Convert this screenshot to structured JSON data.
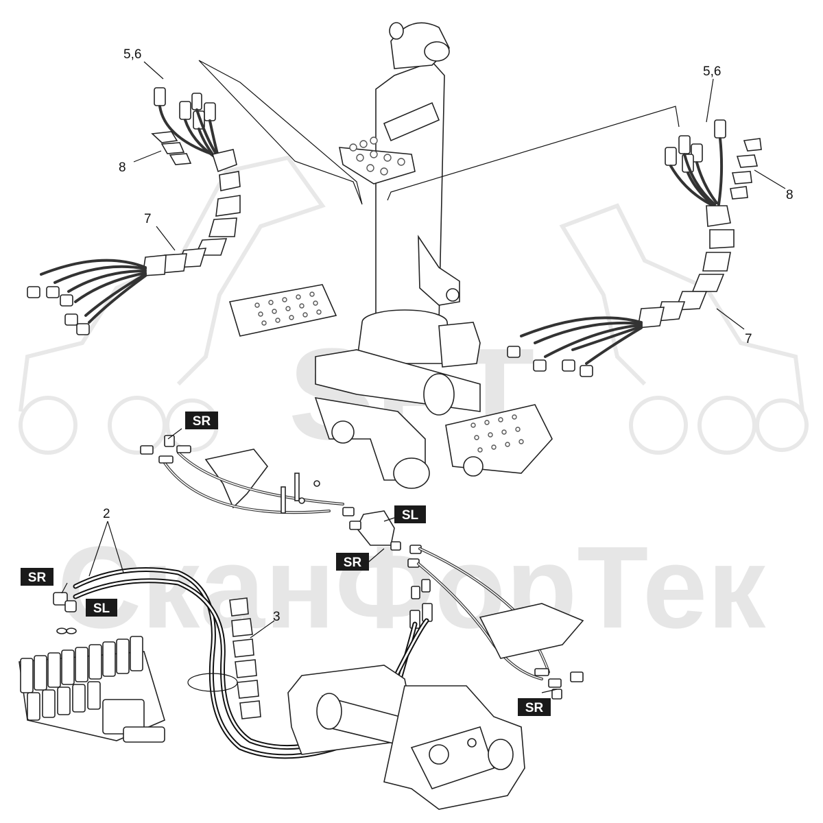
{
  "watermark": {
    "logo_text": "SFT",
    "company_text": "СканФорТек"
  },
  "callouts": [
    {
      "id": "c1",
      "text": "5,6"
    },
    {
      "id": "c2",
      "text": "8"
    },
    {
      "id": "c3",
      "text": "7"
    },
    {
      "id": "c4",
      "text": "5,6"
    },
    {
      "id": "c5",
      "text": "8"
    },
    {
      "id": "c6",
      "text": "7"
    },
    {
      "id": "c7",
      "text": "2"
    },
    {
      "id": "c8",
      "text": "3"
    }
  ],
  "tags": [
    {
      "id": "t1",
      "text": "SR"
    },
    {
      "id": "t2",
      "text": "SL"
    },
    {
      "id": "t3",
      "text": "SR"
    },
    {
      "id": "t4",
      "text": "SR"
    },
    {
      "id": "t5",
      "text": "SL"
    },
    {
      "id": "t6",
      "text": "SR"
    }
  ],
  "colors": {
    "tag_bg": "#1a1a1a",
    "tag_fg": "#ffffff",
    "watermark": "#e6e6e6",
    "line": "#111111"
  }
}
